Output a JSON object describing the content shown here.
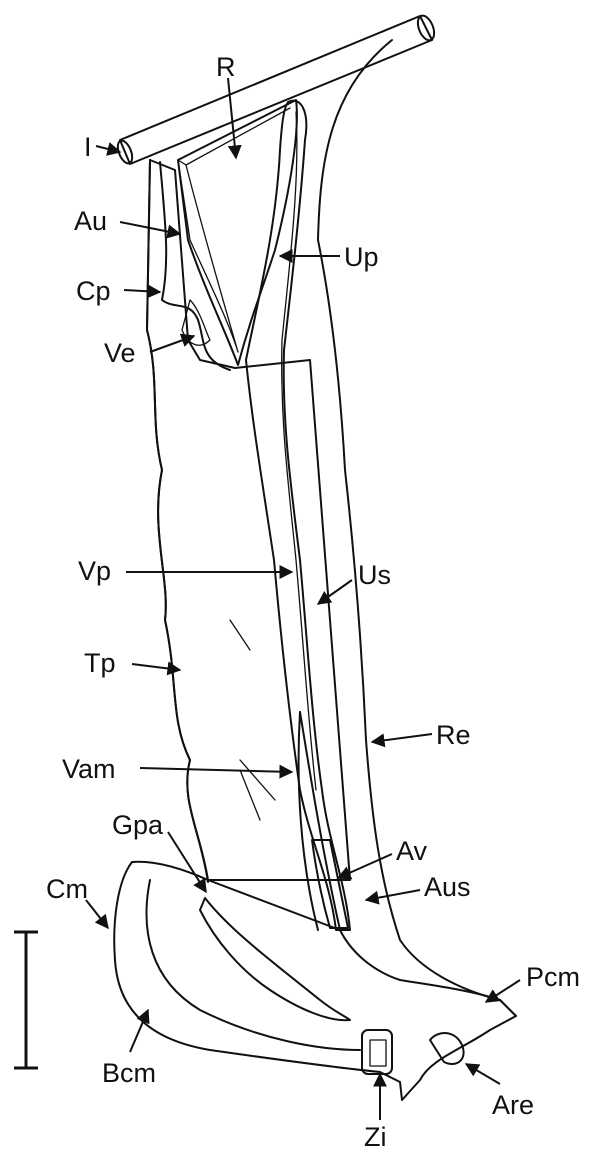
{
  "figure": {
    "labels": {
      "R": "R",
      "I": "I",
      "Au": "Au",
      "Up": "Up",
      "Cp": "Cp",
      "Ve": "Ve",
      "Vp": "Vp",
      "Us": "Us",
      "Tp": "Tp",
      "Re": "Re",
      "Vam": "Vam",
      "Gpa": "Gpa",
      "Av": "Av",
      "Cm": "Cm",
      "Aus": "Aus",
      "Pcm": "Pcm",
      "Bcm": "Bcm",
      "Are": "Are",
      "Zi": "Zi"
    },
    "colors": {
      "ink": "#111111",
      "background": "#ffffff"
    }
  }
}
